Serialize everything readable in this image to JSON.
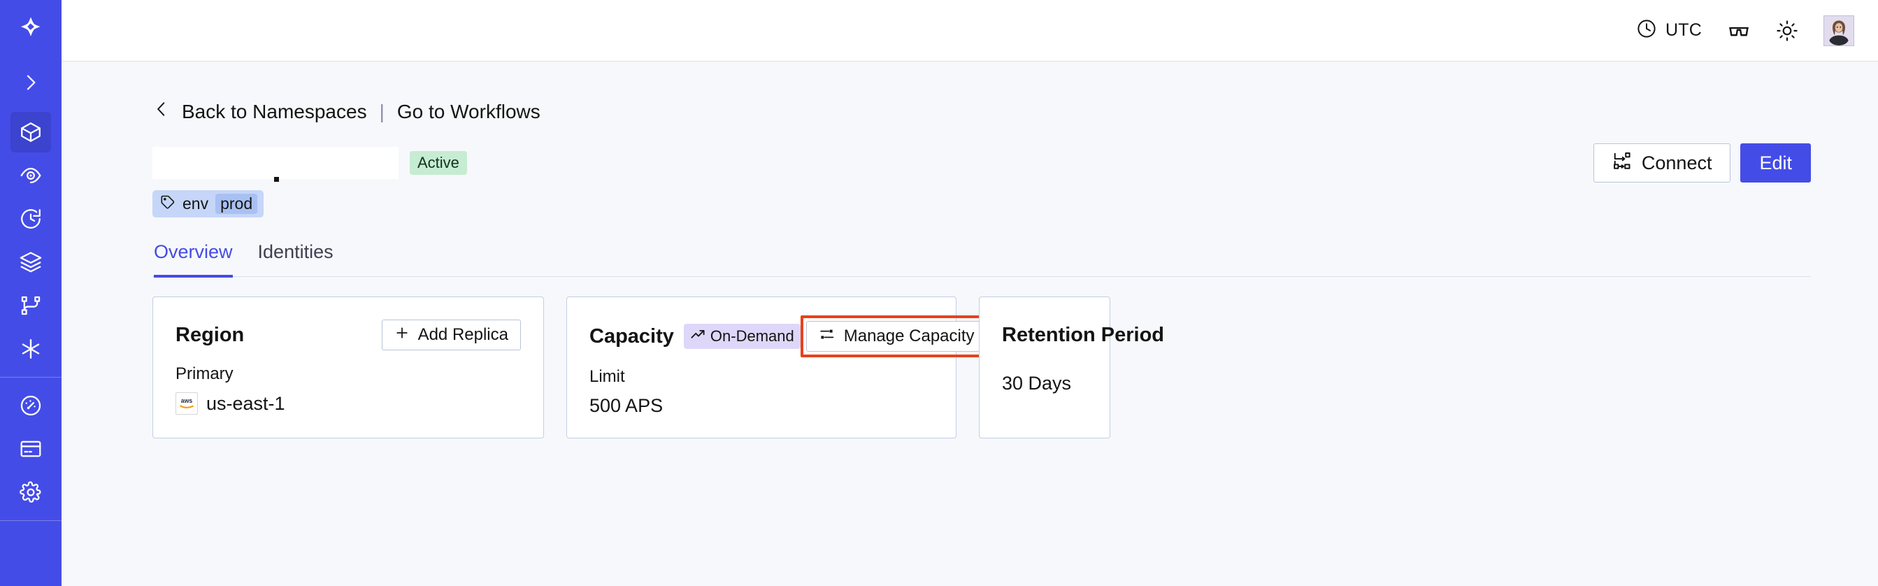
{
  "sidebar": {
    "logo_icon": "temporal-logo-icon",
    "expand_icon": "chevron-right-icon",
    "items": [
      {
        "name": "namespaces",
        "icon": "cube-icon",
        "active": true
      },
      {
        "name": "observability",
        "icon": "eye-spiral-icon",
        "active": false
      },
      {
        "name": "schedules",
        "icon": "clock-arrow-icon",
        "active": false
      },
      {
        "name": "batch-operations",
        "icon": "layers-icon",
        "active": false
      },
      {
        "name": "nexus",
        "icon": "git-branch-icon",
        "active": false
      },
      {
        "name": "integrations",
        "icon": "asterisk-icon",
        "active": false
      }
    ],
    "bottom_items": [
      {
        "name": "usage",
        "icon": "gauge-icon",
        "active": false
      },
      {
        "name": "billing",
        "icon": "credit-card-icon",
        "active": false
      },
      {
        "name": "settings",
        "icon": "gear-icon",
        "active": false
      }
    ]
  },
  "topbar": {
    "timezone_label": "UTC",
    "clock_icon": "clock-icon",
    "glasses_icon": "glasses-icon",
    "theme_icon": "sun-icon",
    "avatar_icon": "user-avatar"
  },
  "breadcrumb": {
    "back_icon": "chevron-left-icon",
    "back_label": "Back to Namespaces",
    "separator": "|",
    "forward_label": "Go to Workflows"
  },
  "namespace": {
    "name": "",
    "status": "Active",
    "tags": [
      {
        "icon": "tag-icon",
        "key": "env",
        "value": "prod"
      }
    ]
  },
  "actions": {
    "connect_label": "Connect",
    "connect_icon": "workflow-connect-icon",
    "edit_label": "Edit"
  },
  "tabs": [
    {
      "label": "Overview",
      "active": true
    },
    {
      "label": "Identities",
      "active": false
    }
  ],
  "cards": {
    "region": {
      "title": "Region",
      "action_label": "Add Replica",
      "action_icon": "plus-icon",
      "label": "Primary",
      "provider_icon": "aws-logo",
      "value": "us-east-1"
    },
    "capacity": {
      "title": "Capacity",
      "badge_label": "On-Demand",
      "badge_icon": "trending-up-icon",
      "action_label": "Manage Capacity",
      "action_icon": "sliders-icon",
      "action_highlighted": true,
      "label": "Limit",
      "value": "500 APS"
    },
    "retention": {
      "title": "Retention Period",
      "value": "30 Days"
    }
  },
  "colors": {
    "brand": "#444ce7",
    "sidebar_bg": "#444ce7",
    "page_bg": "#f7f8fb",
    "status_active_bg": "#c6ecd2",
    "tag_bg": "#c6d6f8",
    "tag_value_bg": "#a9c0f3",
    "badge_ondemand_bg": "#ded7f9",
    "highlight_border": "#e8421b",
    "card_border": "#c4cee4"
  }
}
